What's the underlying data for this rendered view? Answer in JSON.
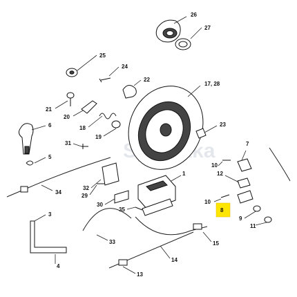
{
  "callouts": [
    {
      "id": "c26",
      "label": "26"
    },
    {
      "id": "c27",
      "label": "27"
    },
    {
      "id": "c25",
      "label": "25"
    },
    {
      "id": "c24",
      "label": "24"
    },
    {
      "id": "c22",
      "label": "22"
    },
    {
      "id": "c17",
      "label": "17, 28"
    },
    {
      "id": "c21",
      "label": "21"
    },
    {
      "id": "c20",
      "label": "20"
    },
    {
      "id": "c6",
      "label": "6"
    },
    {
      "id": "c18",
      "label": "18"
    },
    {
      "id": "c19",
      "label": "19"
    },
    {
      "id": "c23",
      "label": "23"
    },
    {
      "id": "c31",
      "label": "31"
    },
    {
      "id": "c7",
      "label": "7"
    },
    {
      "id": "c5",
      "label": "5"
    },
    {
      "id": "c10a",
      "label": "10"
    },
    {
      "id": "c12",
      "label": "12"
    },
    {
      "id": "c1",
      "label": "1"
    },
    {
      "id": "c32",
      "label": "32"
    },
    {
      "id": "c34",
      "label": "34"
    },
    {
      "id": "c29",
      "label": "29"
    },
    {
      "id": "c30",
      "label": "30"
    },
    {
      "id": "c35",
      "label": "35"
    },
    {
      "id": "c10b",
      "label": "10"
    },
    {
      "id": "c8",
      "label": "8"
    },
    {
      "id": "c9",
      "label": "9"
    },
    {
      "id": "c11",
      "label": "11"
    },
    {
      "id": "c3",
      "label": "3"
    },
    {
      "id": "c33",
      "label": "33"
    },
    {
      "id": "c15",
      "label": "15"
    },
    {
      "id": "c14",
      "label": "14"
    },
    {
      "id": "c4",
      "label": "4"
    },
    {
      "id": "c13",
      "label": "13"
    }
  ],
  "highlight": {
    "label_id": "c8",
    "color": "#ffe600"
  },
  "watermark": "Sparekka",
  "colors": {
    "line": "#111111",
    "background": "#ffffff",
    "highlight": "#ffe600"
  }
}
